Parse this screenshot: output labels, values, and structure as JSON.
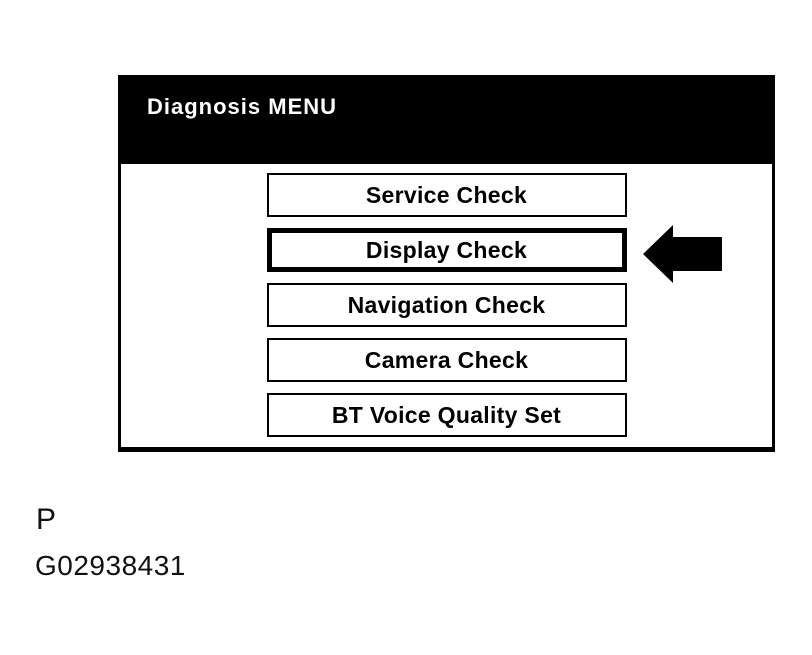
{
  "screen": {
    "title": "Diagnosis MENU",
    "buttons": [
      {
        "label": "Service Check",
        "selected": false
      },
      {
        "label": "Display Check",
        "selected": true
      },
      {
        "label": "Navigation Check",
        "selected": false
      },
      {
        "label": "Camera Check",
        "selected": false
      },
      {
        "label": "BT Voice Quality Set",
        "selected": false
      }
    ]
  },
  "pointer": {
    "icon": "left-block-arrow",
    "points_at": "Display Check"
  },
  "figure": {
    "page_label": "P",
    "figure_id": "G02938431"
  },
  "colors": {
    "background": "#ffffff",
    "header_bg": "#000000",
    "header_text": "#ffffff",
    "border": "#000000",
    "button_bg": "#ffffff",
    "button_text": "#000000"
  }
}
